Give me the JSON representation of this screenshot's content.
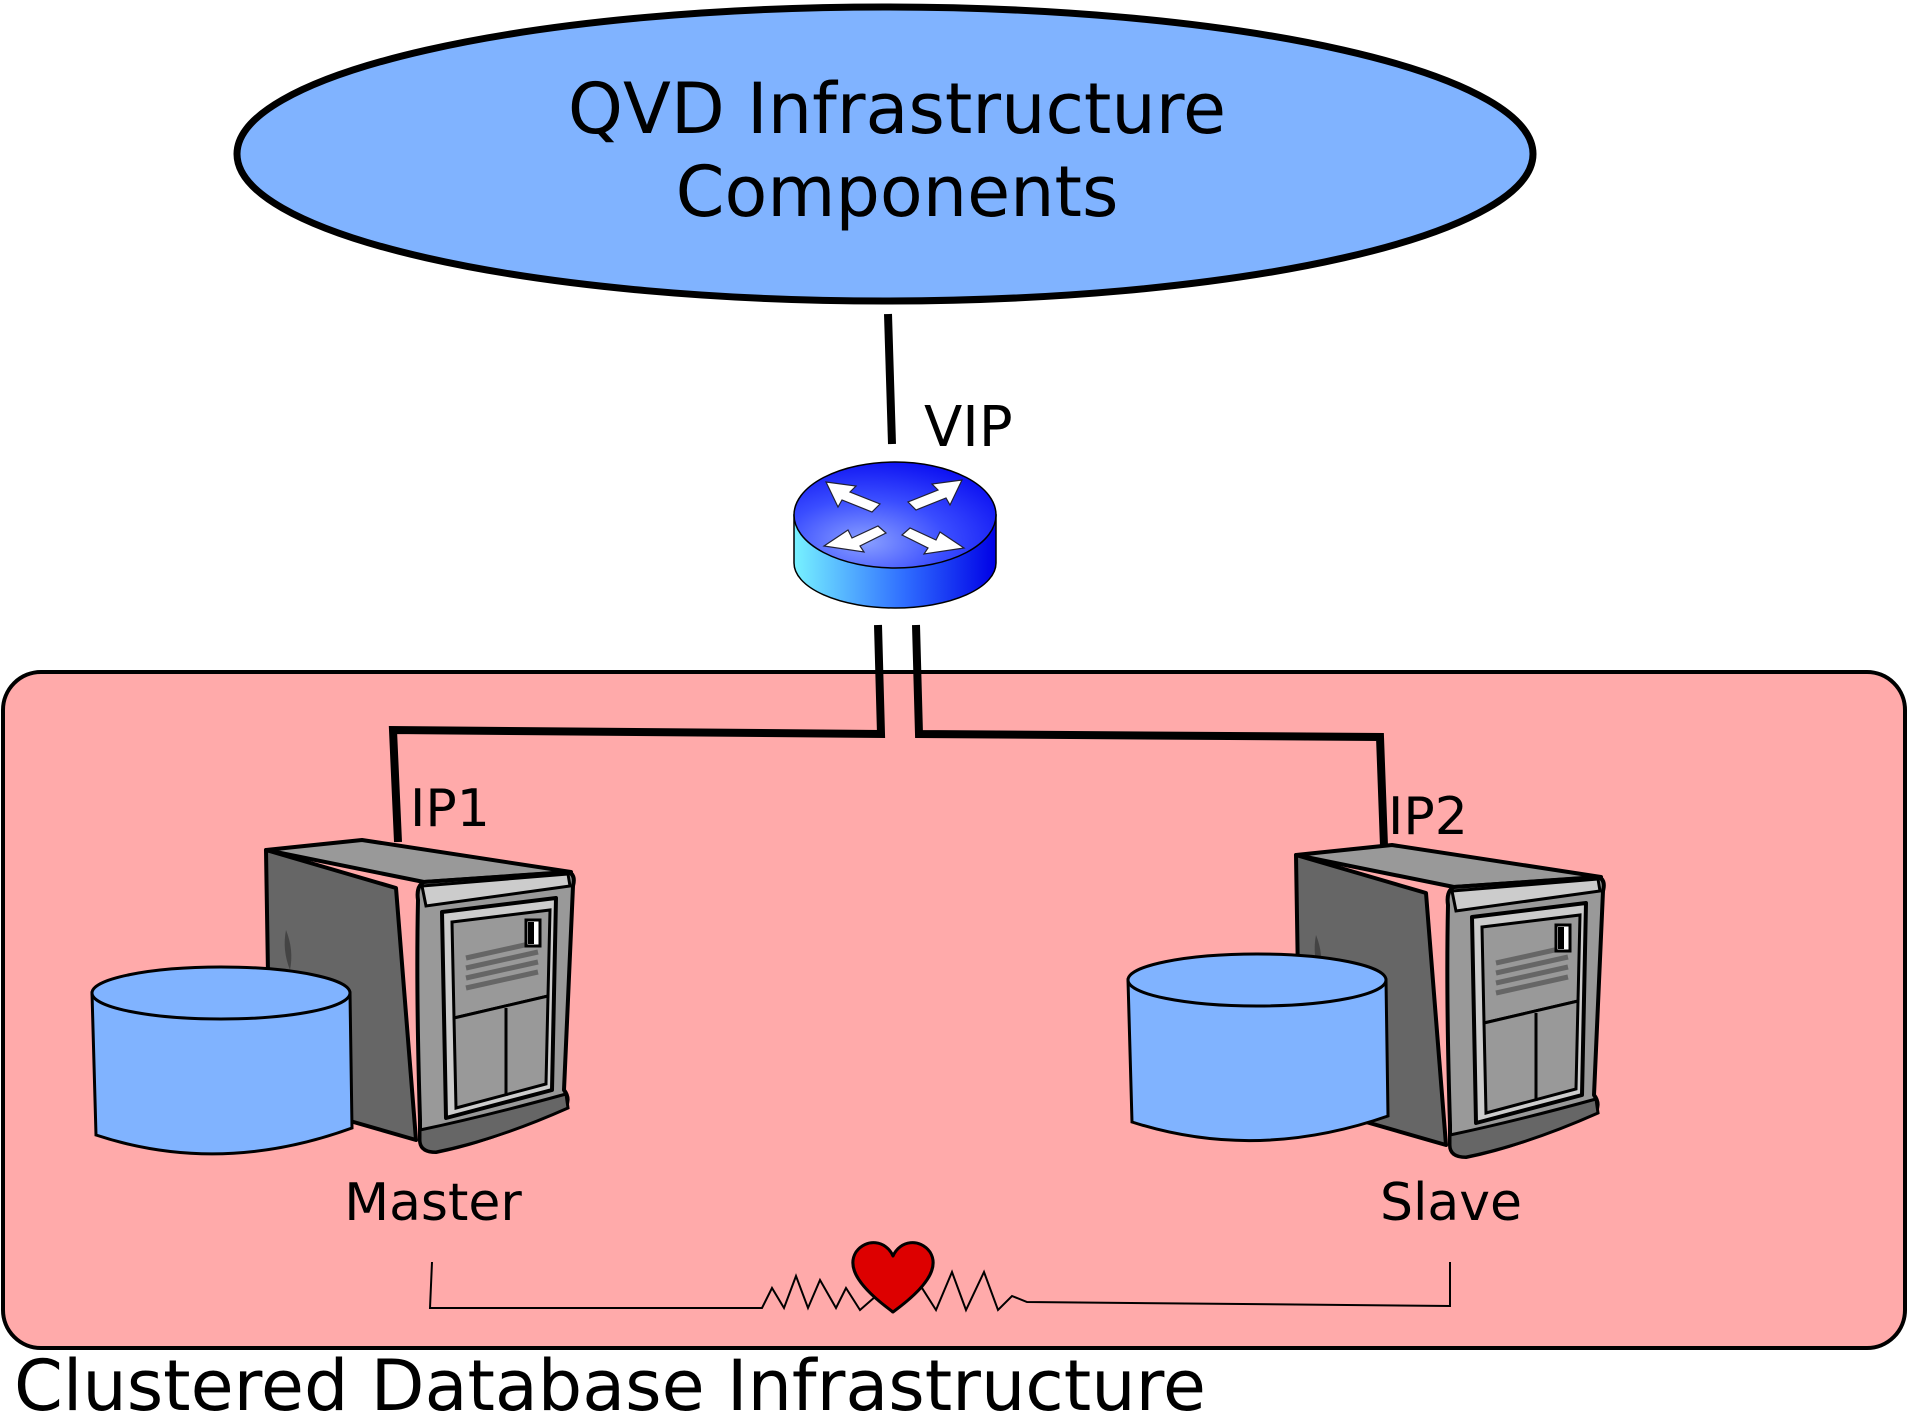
{
  "diagram": {
    "top_ellipse": {
      "line1": "QVD Infrastructure",
      "line2": "Components"
    },
    "router": {
      "label": "VIP",
      "icon": "router-icon"
    },
    "cluster": {
      "caption": "Clustered Database Infrastructure",
      "master": {
        "ip_label": "IP1",
        "name": "Master"
      },
      "slave": {
        "ip_label": "IP2",
        "name": "Slave"
      },
      "heartbeat_icon": "heart-icon"
    },
    "colors": {
      "ellipse_fill": "#80b3ff",
      "cluster_fill": "#ffaaaa",
      "database_fill": "#80b3ff",
      "heart_fill": "#dd0000",
      "router_dark": "#0000ee",
      "router_light": "#66e8ff",
      "server_dark": "#666666",
      "server_mid": "#999999",
      "server_light": "#cccccc"
    }
  }
}
